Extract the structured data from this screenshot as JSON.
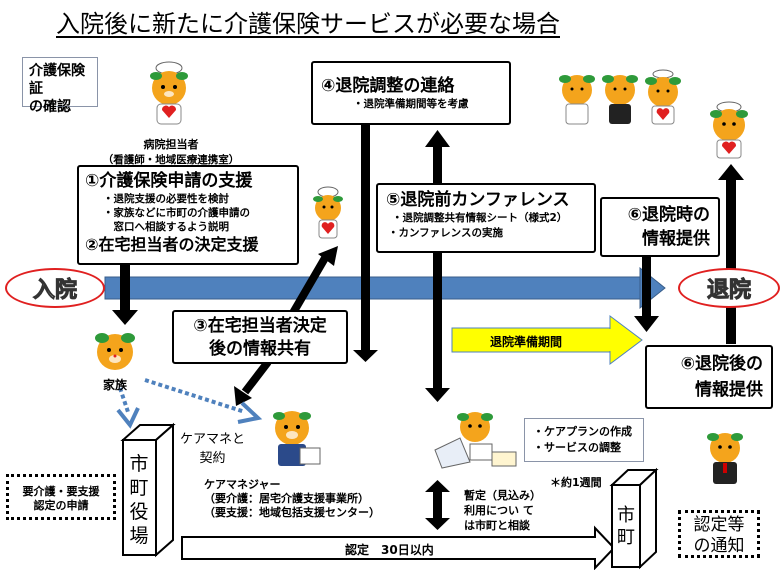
{
  "title": "入院後に新たに介護保険サービスが必要な場合",
  "bubble_insurance": {
    "line1": "介護保険証",
    "line2": "の確認"
  },
  "hospital_staff": {
    "line1": "病院担当者",
    "line2": "（看護師・地域医療連携室）"
  },
  "step1": {
    "heading": "①介護保険申請の支援",
    "bullets": [
      "・退院支援の必要性を検討",
      "・家族などに市町の介護申請の",
      "　窓口へ相談するよう説明"
    ],
    "heading2": "②在宅担当者の決定支援"
  },
  "step3": {
    "line1": "③在宅担当者決定",
    "line2": "後の情報共有"
  },
  "step4": {
    "heading": "④退院調整の連絡",
    "bullet": "・退院準備期間等を考慮"
  },
  "step5": {
    "heading": "⑤退院前カンファレンス",
    "bullets": [
      "・退院調整共有情報シート（様式2）",
      "・カンファレンスの実施"
    ]
  },
  "step6a": {
    "line1": "⑥退院時の",
    "line2": "情報提供"
  },
  "step6b": {
    "line1": "⑥退院後の",
    "line2": "情報提供"
  },
  "admission": "入院",
  "discharge": "退院",
  "prep_period": "退院準備期間",
  "family": "家族",
  "care_contract": {
    "line1": "ケアマネと",
    "line2": "契約"
  },
  "care_manager": {
    "line1": "ケアマネジャー",
    "line2": "（要介護：居宅介護支援事業所）",
    "line3": "（要支援：地域包括支援センター）"
  },
  "city_hall": "市町役場",
  "city": "市町",
  "application": {
    "line1": "要介護・要支援",
    "line2": "認定の申請"
  },
  "certification": "認定　30日以内",
  "care_plan": {
    "line1": "・ケアプランの作成",
    "line2": "・サービスの調整"
  },
  "about_week": "＊約1週間",
  "provisional": {
    "line1": "暫定（見込み）",
    "line2": "利用につい て",
    "line3": "は市町と相談"
  },
  "notice": {
    "line1": "認定等",
    "line2": "の通知"
  },
  "colors": {
    "timeline_blue": "#4f81bd",
    "prep_yellow": "#ffff00",
    "oval_red": "#e02020",
    "dotted_blue": "#4f81bd",
    "mascot_orange": "#f4a41c",
    "leaf_green": "#2e9a3a"
  }
}
